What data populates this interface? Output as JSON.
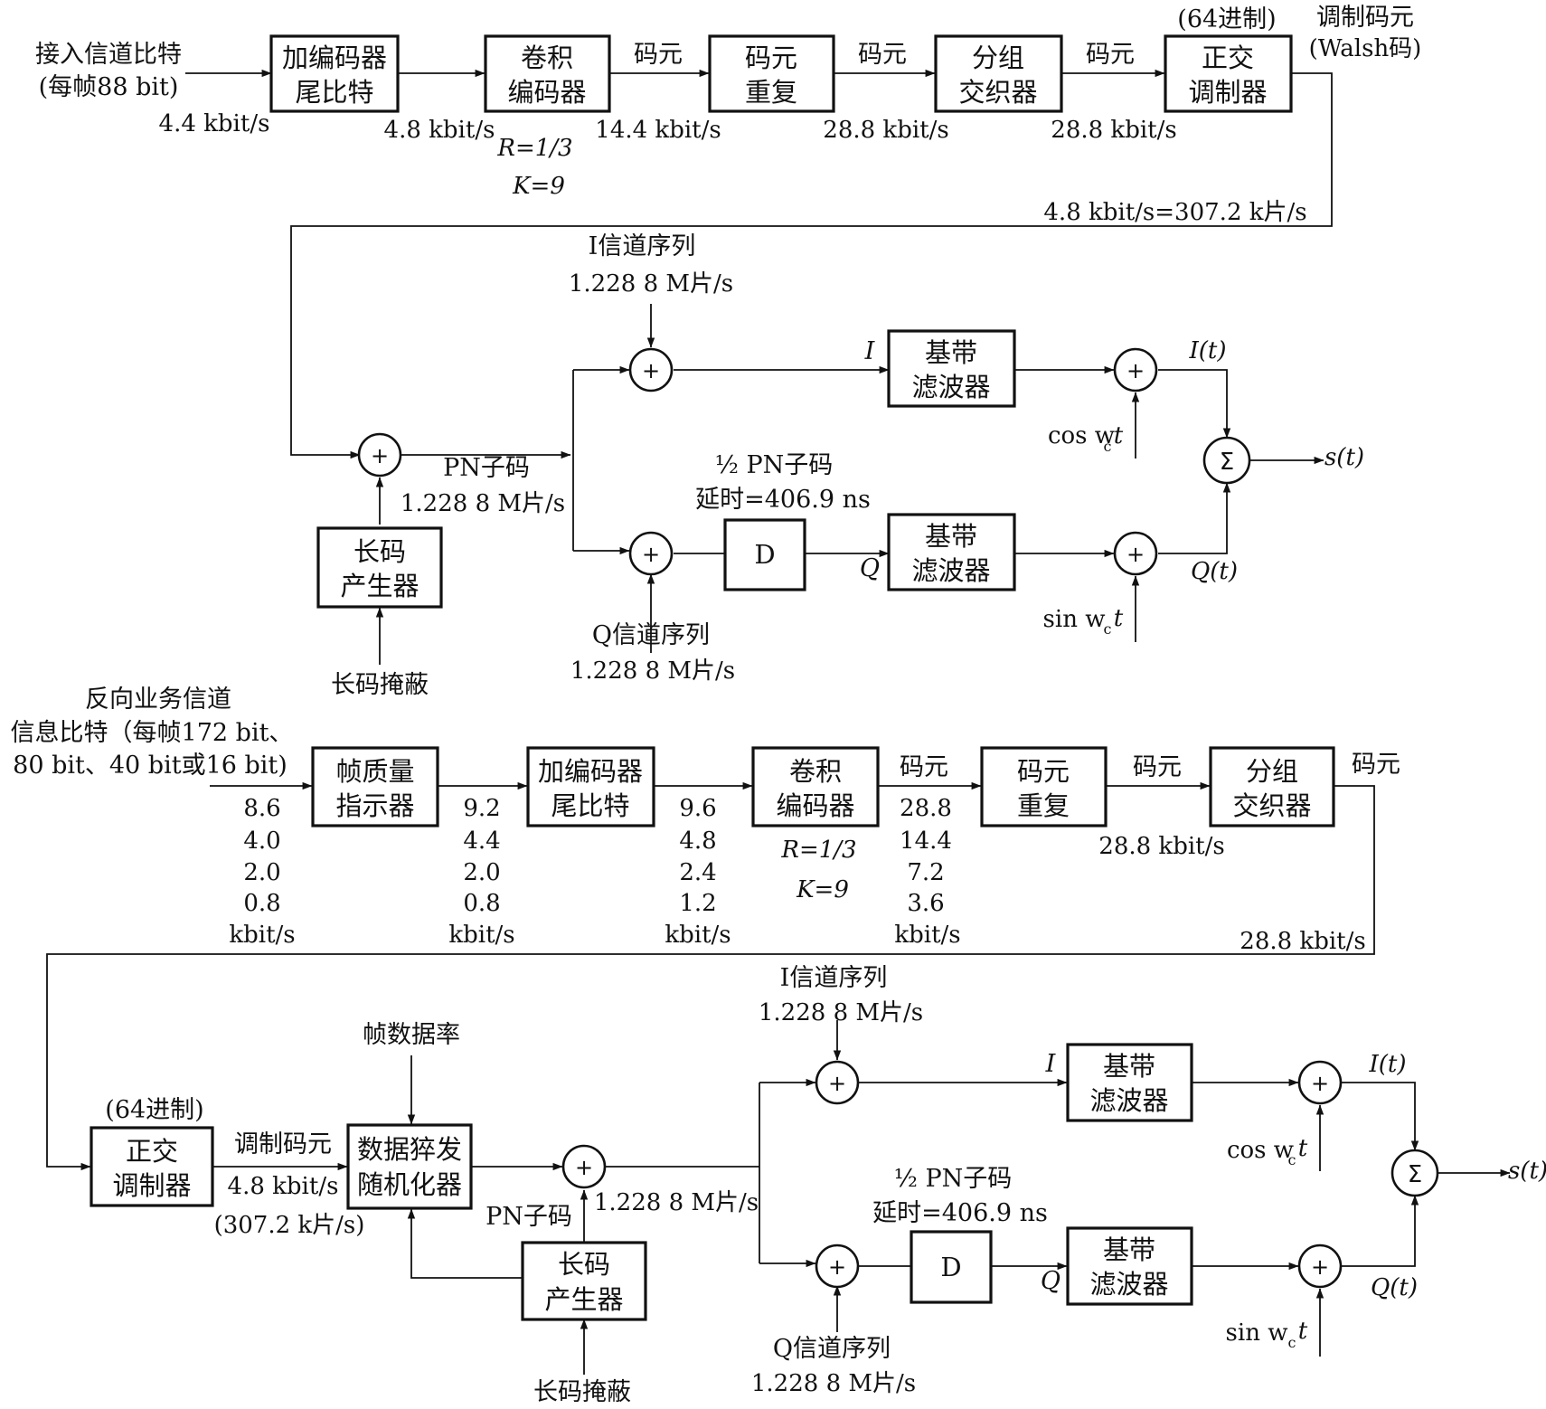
{
  "icons": {
    "adder": "circle-plus",
    "summer": "circle-sigma",
    "arrow": "filled-arrowhead"
  },
  "labels": {
    "lb1": "接入信道比特",
    "lb2": "(每帧88 bit)",
    "lb3": "4.4 kbit/s",
    "lb4": "4.8 kbit/s",
    "lb5": "码元",
    "lb6": "14.4 kbit/s",
    "lb7": "R=1/3",
    "lb8": "K=9",
    "lb9": "码元",
    "lb10": "28.8 kbit/s",
    "lb11": "码元",
    "lb12": "28.8 kbit/s",
    "lb13": "(64进制)",
    "lb14": "调制码元",
    "lb15": "(Walsh码)",
    "lb16": "4.8 kbit/s=307.2 k片/s",
    "lb17": "I信道序列",
    "lb18": "1.228 8 M片/s",
    "lb19": "I",
    "lb20": "I(t)",
    "lb21": "cos w",
    "lb22": "c",
    "lb23": "t",
    "lb24": "PN子码",
    "lb25": "1.228 8 M片/s",
    "lb26": "½ PN子码",
    "lb27": "延时=406.9 ns",
    "lb28": "s(t)",
    "lb29": "Q",
    "lb30": "Q(t)",
    "lb31": "sin w",
    "lb32": "c",
    "lb33": "t",
    "lb34": "Q信道序列",
    "lb35": "1.228 8 M片/s",
    "lb36": "长码掩蔽",
    "lb37": "反向业务信道",
    "lb38": "信息比特（每帧172 bit、",
    "lb39": "80 bit、40 bit或16 bit)",
    "lb40": "8.6",
    "lb41": "4.0",
    "lb42": "2.0",
    "lb43": "0.8",
    "lb44": "kbit/s",
    "lb45": "9.2",
    "lb46": "4.4",
    "lb47": "2.0",
    "lb48": "0.8",
    "lb49": "kbit/s",
    "lb50": "9.6",
    "lb51": "4.8",
    "lb52": "2.4",
    "lb53": "1.2",
    "lb54": "kbit/s",
    "lb55": "R=1/3",
    "lb56": "K=9",
    "lb57": "码元",
    "lb58": "28.8",
    "lb59": "14.4",
    "lb60": "7.2",
    "lb61": "3.6",
    "lb62": "kbit/s",
    "lb63": "码元",
    "lb64": "28.8 kbit/s",
    "lb65": "码元",
    "lb66": "28.8 kbit/s",
    "lb67": "I信道序列",
    "lb68": "1.228 8 M片/s",
    "lb69": "帧数据率",
    "lb70": "(64进制)",
    "lb71": "调制码元",
    "lb72": "4.8 kbit/s",
    "lb73": "(307.2 k片/s)",
    "lb74": "1.228 8 M片/s",
    "lb75": "PN子码",
    "lb76": "I",
    "lb77": "I(t)",
    "lb78": "cos w",
    "lb79": "c",
    "lb80": "t",
    "lb81": "½ PN子码",
    "lb82": "延时=406.9 ns",
    "lb83": "s(t)",
    "lb84": "Q",
    "lb85": "Q(t)",
    "lb86": "sin w",
    "lb87": "c",
    "lb88": "t",
    "lb89": "Q信道序列",
    "lb90": "1.228 8 M片/s",
    "lb91": "长码掩蔽"
  },
  "blocks": {
    "b1_1": "加编码器",
    "b1_2": "尾比特",
    "b2_1": "卷积",
    "b2_2": "编码器",
    "b3_1": "码元",
    "b3_2": "重复",
    "b4_1": "分组",
    "b4_2": "交织器",
    "b5_1": "正交",
    "b5_2": "调制器",
    "b6_1": "基带",
    "b6_2": "滤波器",
    "b7_1": "基带",
    "b7_2": "滤波器",
    "b8_1": "D",
    "b9_1": "长码",
    "b9_2": "产生器",
    "b10_1": "帧质量",
    "b10_2": "指示器",
    "b11_1": "加编码器",
    "b11_2": "尾比特",
    "b12_1": "卷积",
    "b12_2": "编码器",
    "b13_1": "码元",
    "b13_2": "重复",
    "b14_1": "分组",
    "b14_2": "交织器",
    "b15_1": "正交",
    "b15_2": "调制器",
    "b16_1": "数据猝发",
    "b16_2": "随机化器",
    "b17_1": "长码",
    "b17_2": "产生器",
    "b18_1": "D",
    "b19_1": "基带",
    "b19_2": "滤波器",
    "b20_1": "基带",
    "b20_2": "滤波器"
  },
  "ops": {
    "plus": "+",
    "sigma": "Σ"
  }
}
